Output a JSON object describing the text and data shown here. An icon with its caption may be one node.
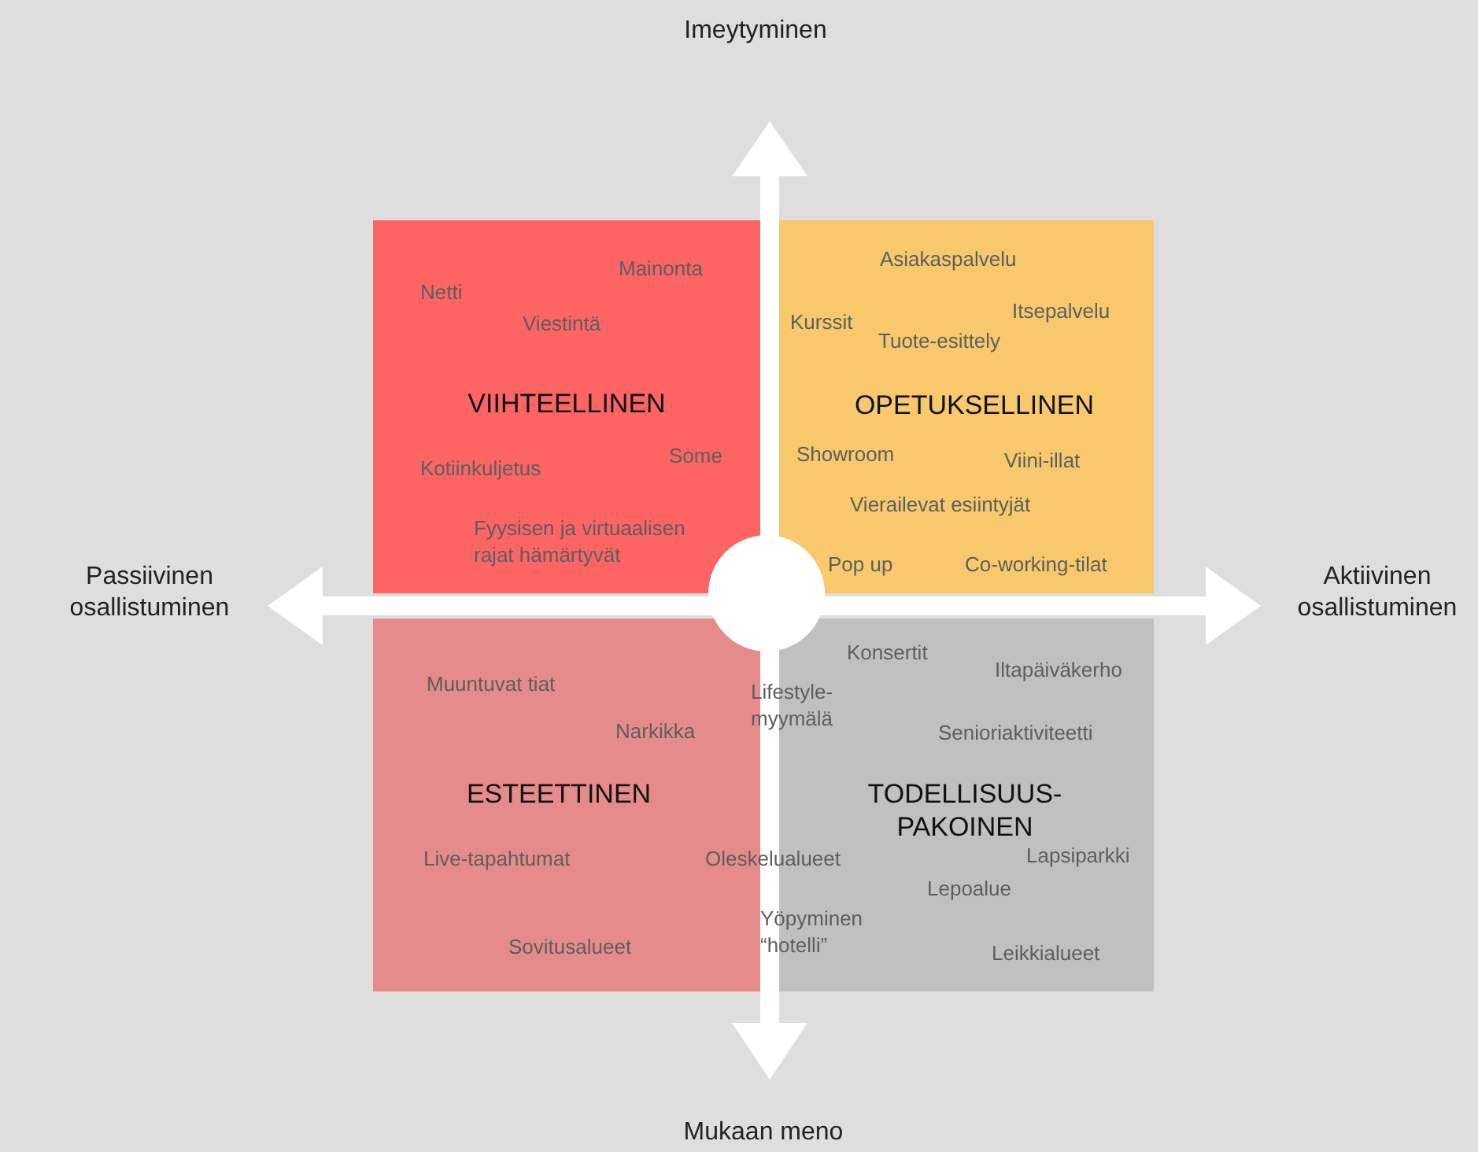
{
  "diagram": {
    "nodes": [
      {
        "text": [
          "Mainonta",
          "Netti",
          "Viestintä",
          "VIIHTEELLINEN",
          "Some",
          "Kotiinkuljetus",
          "Fyysisen ja virtuaalisen rajat hämärtyvät"
        ]
      },
      {
        "text": [
          "Asiakaspalvelu",
          "Itsepalvelu",
          "Kurssit",
          "Tuote-esittely",
          "OPETUKSELLINEN",
          "Showroom",
          "Viini-illat",
          "Vierailevat esiintyjät",
          "Pop up",
          "Co-working-tilat"
        ]
      },
      {
        "text": [
          "Muuntuvat tiat",
          "Narkikka",
          "ESTEETTINEN",
          "Live-tapahtumat",
          "Sovitusalueet"
        ]
      },
      {
        "text": [
          "Konsertit",
          "Iltapäiväkerho",
          "Senioriaktiviteetti",
          "TODELLISUUS- PAKOINEN",
          "Lapsiparkki",
          "Lepoalue",
          "Leikkialueet"
        ]
      }
    ],
    "labels": [
      "Imeytyminen",
      "Passiivinen osallistuminen",
      "Aktiivinen osallistuminen",
      "Lifestyle- myymälä",
      "Oleskelualueet",
      "Yöpyminen “hotelli”",
      "Mukaan meno"
    ]
  }
}
